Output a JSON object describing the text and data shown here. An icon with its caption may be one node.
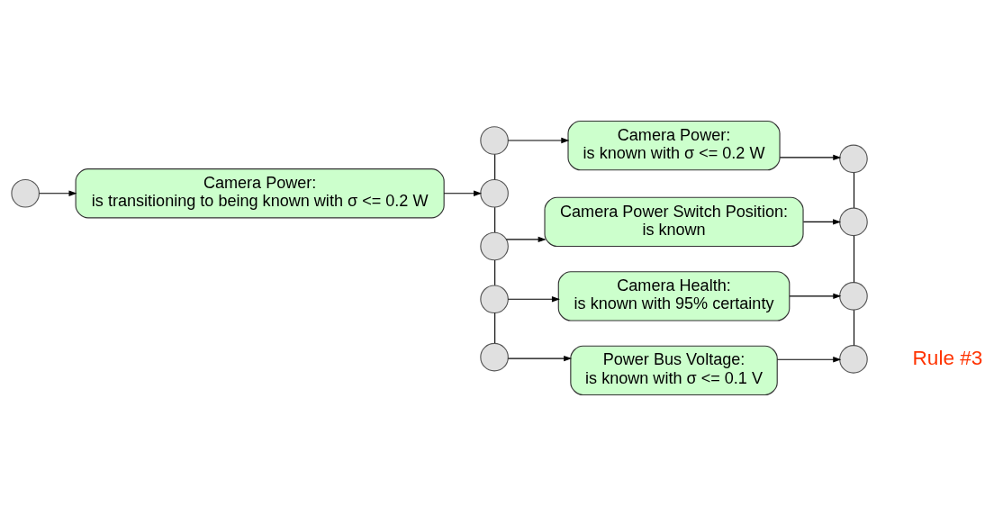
{
  "diagram": {
    "nodes": [
      {
        "text": [],
        "shape": "circle"
      },
      {
        "text": [
          "Camera Power:",
          "is known with σ <= 0.2 W"
        ]
      },
      {
        "text": [],
        "shape": "circle"
      },
      {
        "text": [],
        "shape": "circle"
      },
      {
        "text": [
          "Camera Power:",
          "is transitioning to being known with σ <= 0.2 W"
        ]
      },
      {
        "text": [],
        "shape": "circle"
      },
      {
        "text": [],
        "shape": "circle"
      },
      {
        "text": [
          "Camera Power Switch Position:",
          "is known"
        ]
      },
      {
        "text": [],
        "shape": "circle"
      },
      {
        "text": [],
        "shape": "circle"
      },
      {
        "text": [
          "Camera Health:",
          "is known with 95% certainty"
        ]
      },
      {
        "text": [],
        "shape": "circle"
      },
      {
        "text": [],
        "shape": "circle"
      },
      {
        "text": [
          "Power Bus Voltage:",
          "is known with σ <= 0.1 V"
        ]
      },
      {
        "text": [],
        "shape": "circle"
      }
    ],
    "edges": [
      {
        "from": 3,
        "to": 4,
        "arrow": "to"
      },
      {
        "from": 4,
        "to": 5,
        "arrow": "to"
      },
      {
        "from": 0,
        "to": 5,
        "arrow": "none"
      },
      {
        "from": 5,
        "to": 6,
        "arrow": "none"
      },
      {
        "from": 6,
        "to": 9,
        "arrow": "none"
      },
      {
        "from": 9,
        "to": 12,
        "arrow": "none"
      },
      {
        "from": 0,
        "to": 1,
        "arrow": "to"
      },
      {
        "from": 1,
        "to": 2,
        "arrow": "to"
      },
      {
        "from": 6,
        "to": 7,
        "arrow": "to"
      },
      {
        "from": 7,
        "to": 8,
        "arrow": "to"
      },
      {
        "from": 9,
        "to": 10,
        "arrow": "to"
      },
      {
        "from": 10,
        "to": 11,
        "arrow": "to"
      },
      {
        "from": 12,
        "to": 13,
        "arrow": "to"
      },
      {
        "from": 13,
        "to": 14,
        "arrow": "to"
      },
      {
        "from": 2,
        "to": 8,
        "arrow": "none"
      },
      {
        "from": 8,
        "to": 11,
        "arrow": "none"
      },
      {
        "from": 11,
        "to": 14,
        "arrow": "none"
      }
    ],
    "labels": [
      "Rule #3"
    ]
  }
}
